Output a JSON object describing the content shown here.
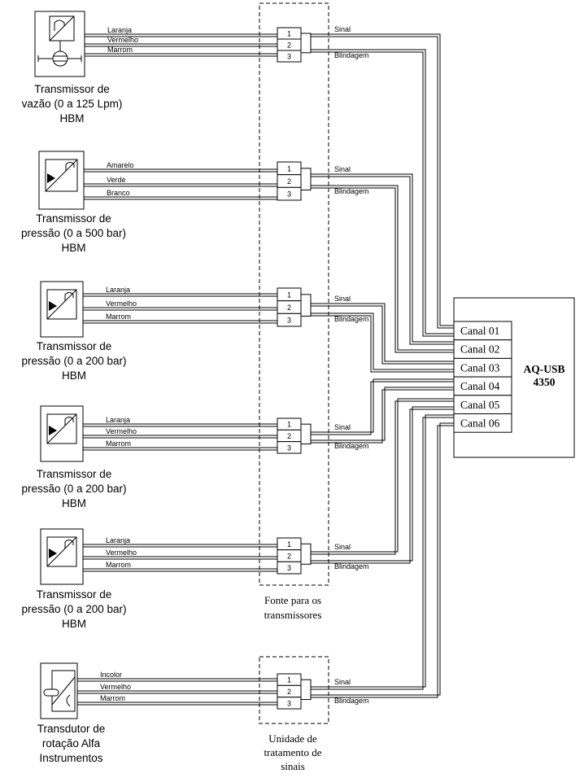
{
  "devices": [
    {
      "icon": "flow-transmitter-icon",
      "label": [
        "Transmissor de",
        "vazão (0 a 125 Lpm)",
        "HBM"
      ],
      "wires": [
        "Laranja",
        "Vermelho",
        "Marrom"
      ],
      "terminals": [
        "1",
        "2",
        "3"
      ],
      "signal": "Sinal",
      "shield": "Blindagem",
      "channel": "Canal 01"
    },
    {
      "icon": "pressure-transmitter-icon",
      "label": [
        "Transmissor de",
        "pressão (0 a 500 bar)",
        "HBM"
      ],
      "wires": [
        "Amarelo",
        "Verde",
        "Branco"
      ],
      "terminals": [
        "1",
        "2",
        "3"
      ],
      "signal": "Sinal",
      "shield": "Blindagem",
      "channel": "Canal 02"
    },
    {
      "icon": "pressure-transmitter-icon",
      "label": [
        "Transmissor de",
        "pressão (0 a 200 bar)",
        "HBM"
      ],
      "wires": [
        "Laranja",
        "Vermelho",
        "Marrom"
      ],
      "terminals": [
        "1",
        "2",
        "3"
      ],
      "signal": "Sinal",
      "shield": "Blindagem",
      "channel": "Canal 03"
    },
    {
      "icon": "pressure-transmitter-icon",
      "label": [
        "Transmissor de",
        "pressão (0 a 200 bar)",
        "HBM"
      ],
      "wires": [
        "Laranja",
        "Vermelho",
        "Marrom"
      ],
      "terminals": [
        "1",
        "2",
        "3"
      ],
      "signal": "Sinal",
      "shield": "Blindagem",
      "channel": "Canal 04"
    },
    {
      "icon": "pressure-transmitter-icon",
      "label": [
        "Transmissor de",
        "pressão (0 a 200 bar)",
        "HBM"
      ],
      "wires": [
        "Laranja",
        "Vermelho",
        "Marrom"
      ],
      "terminals": [
        "1",
        "2",
        "3"
      ],
      "signal": "Sinal",
      "shield": "Blindagem",
      "channel": "Canal 05"
    },
    {
      "icon": "rotation-transducer-icon",
      "label": [
        "Transdutor de",
        "rotação Alfa",
        "Instrumentos"
      ],
      "wires": [
        "Incolor",
        "Vermelho",
        "Marrom"
      ],
      "terminals": [
        "1",
        "2",
        "3"
      ],
      "signal": "Sinal",
      "shield": "Blindagem",
      "channel": "Canal 06"
    }
  ],
  "daq": {
    "name": "AQ-USB",
    "model": "4350"
  },
  "power_supply": {
    "label": [
      "Fonte para os",
      "transmissores"
    ]
  },
  "signal_unit": {
    "label": [
      "Unidade de",
      "tratamento de",
      "sinais"
    ]
  }
}
